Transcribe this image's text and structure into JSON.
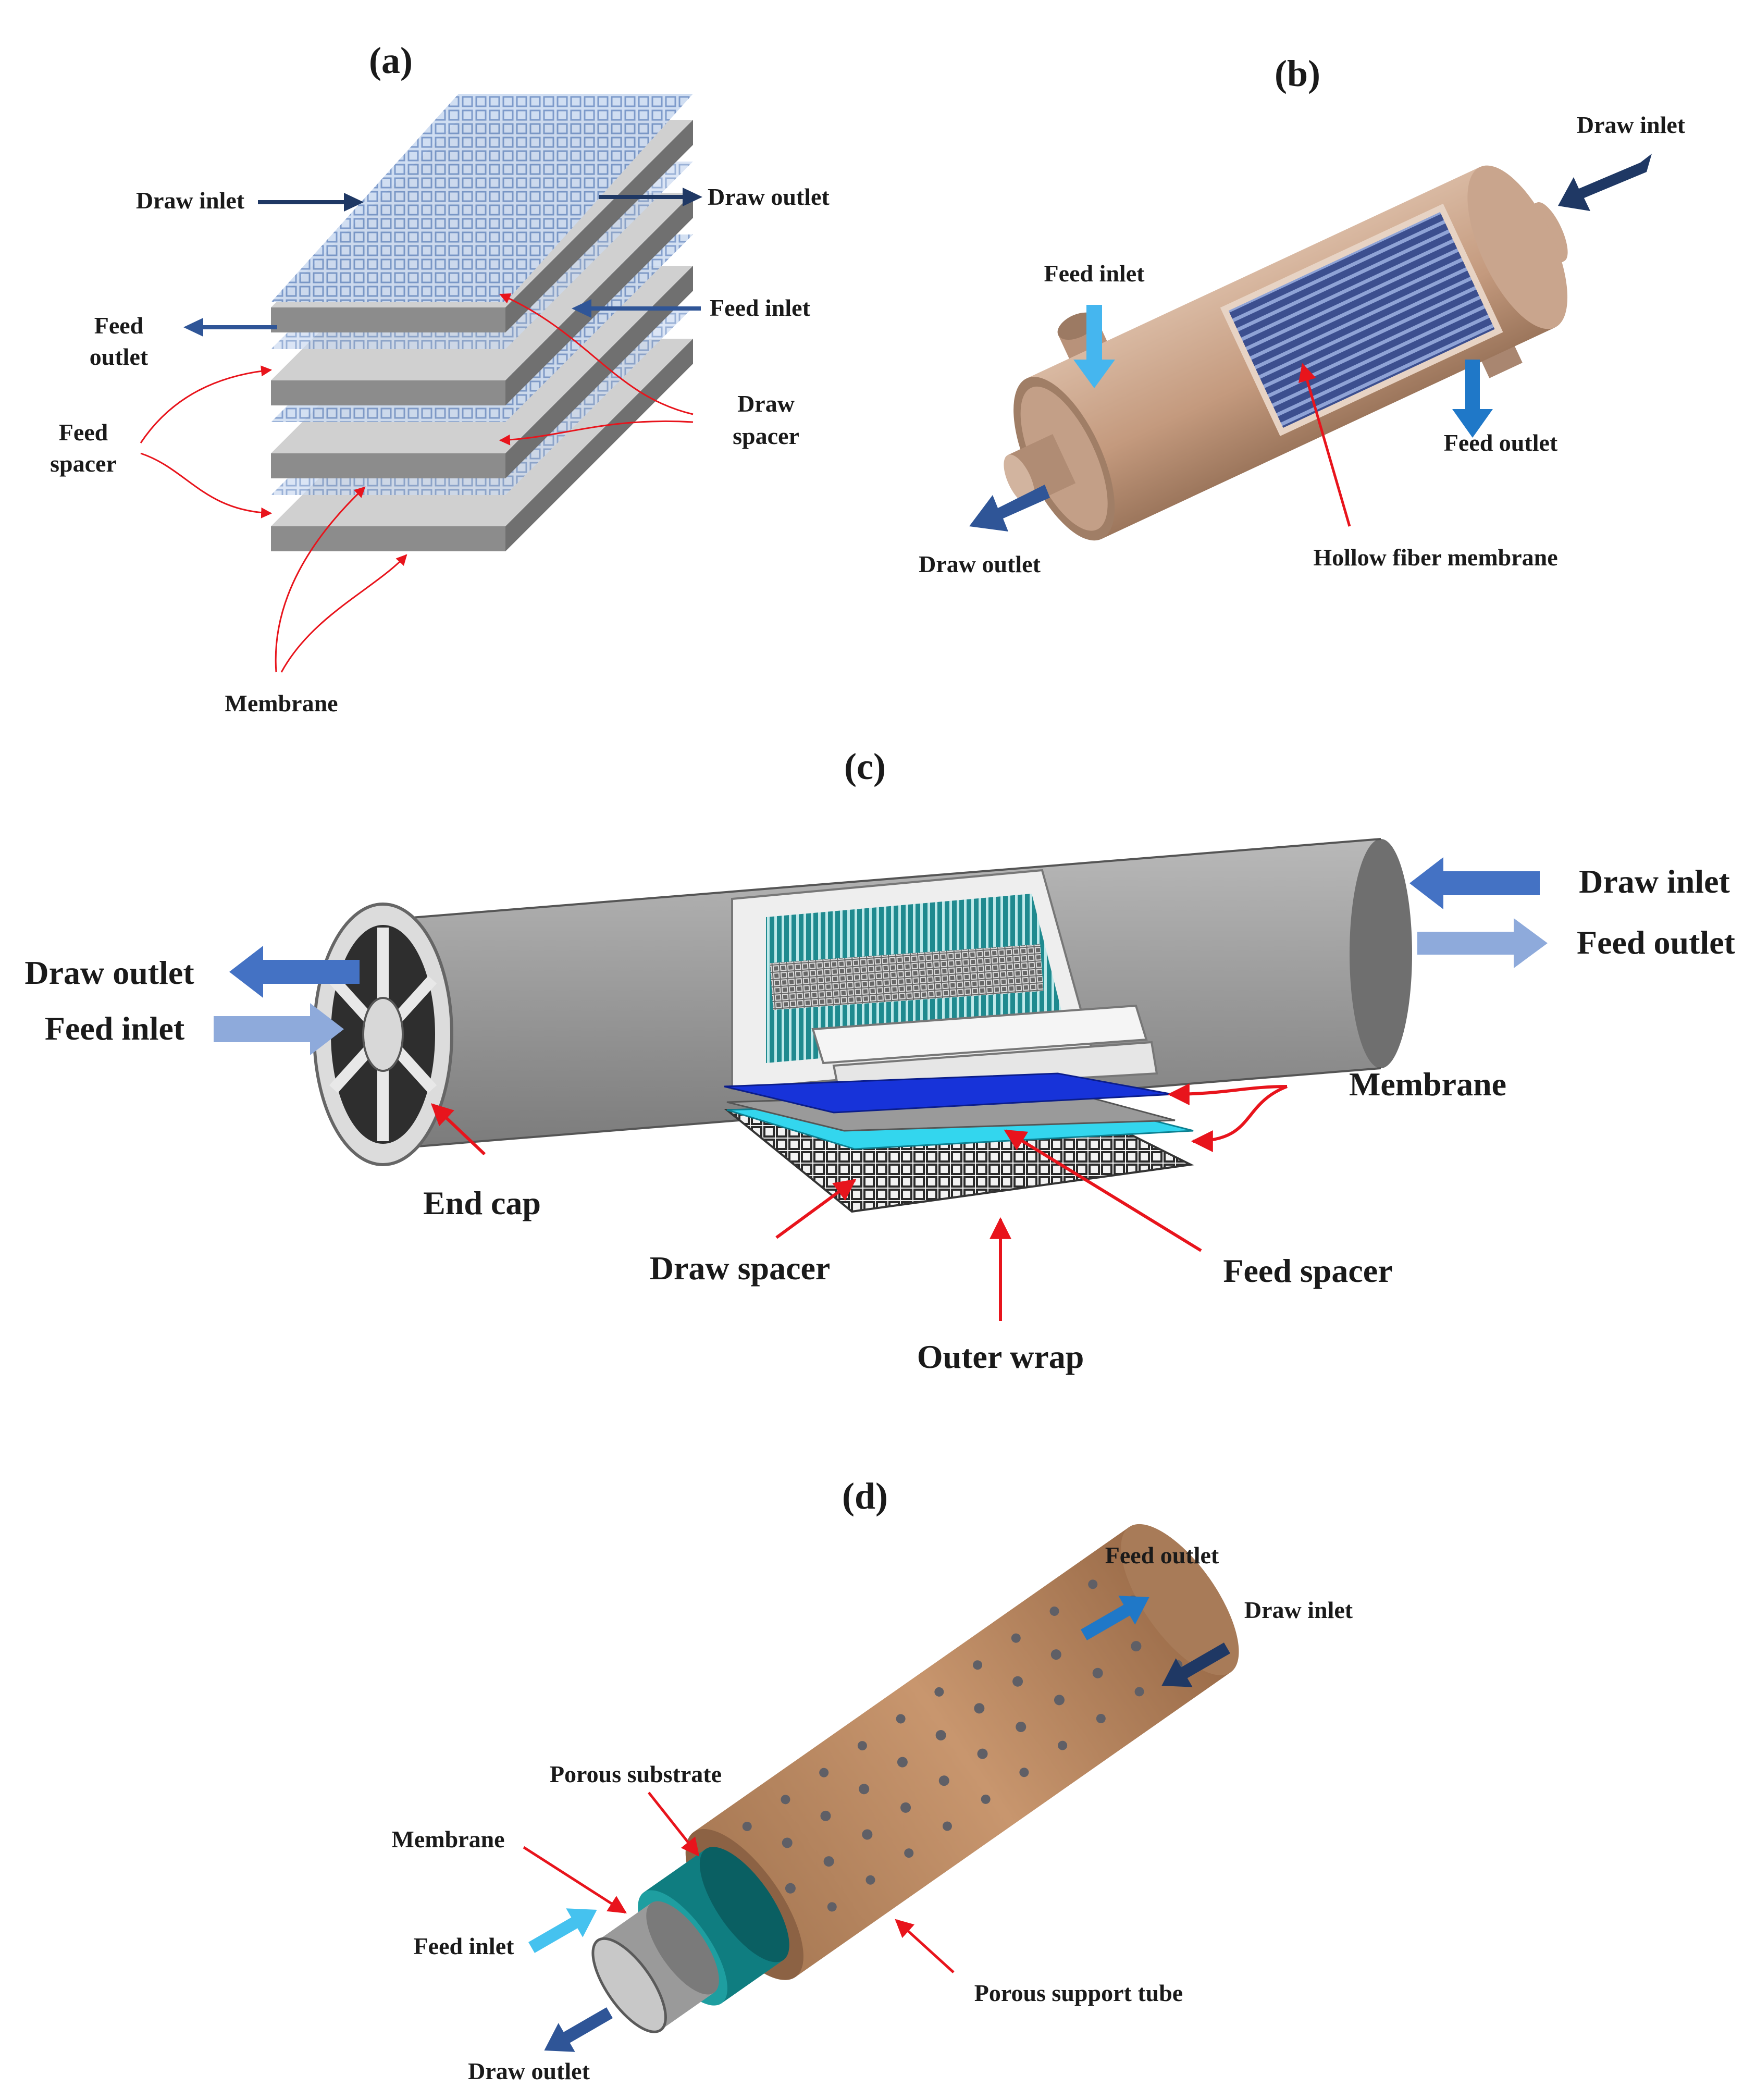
{
  "colors": {
    "dark_arrow": "#1f3864",
    "mid_arrow": "#4472c4",
    "light_arrow": "#8eaadb",
    "cyan_arrow": "#29abe2",
    "pointer_red": "#e8141c",
    "tan_body": "#c49a7e",
    "plate_grey": "#b4b4b4",
    "spacer_blue": "#b8cde8",
    "membrane_blue": "#1733d9",
    "feed_spacer_cyan": "#33d6ee",
    "substrate_teal": "#0f7d80"
  },
  "panel_a": {
    "panel_label": "(a)",
    "labels": {
      "draw_inlet": "Draw inlet",
      "draw_outlet": "Draw outlet",
      "feed_inlet": "Feed inlet",
      "feed_outlet_1": "Feed",
      "feed_outlet_2": "outlet",
      "feed_spacer_1": "Feed",
      "feed_spacer_2": "spacer",
      "draw_spacer_1": "Draw",
      "draw_spacer_2": "spacer",
      "membrane": "Membrane"
    }
  },
  "panel_b": {
    "panel_label": "(b)",
    "labels": {
      "draw_inlet": "Draw inlet",
      "feed_inlet": "Feed inlet",
      "feed_outlet": "Feed outlet",
      "draw_outlet": "Draw outlet",
      "hollow_fiber": "Hollow fiber membrane"
    }
  },
  "panel_c": {
    "panel_label": "(c)",
    "labels": {
      "draw_inlet": "Draw inlet",
      "feed_outlet": "Feed outlet",
      "draw_outlet": "Draw outlet",
      "feed_inlet": "Feed inlet",
      "membrane": "Membrane",
      "end_cap": "End cap",
      "draw_spacer": "Draw spacer",
      "feed_spacer": "Feed spacer",
      "outer_wrap": "Outer wrap"
    }
  },
  "panel_d": {
    "panel_label": "(d)",
    "labels": {
      "feed_outlet": "Feed outlet",
      "draw_inlet": "Draw inlet",
      "porous_substrate": "Porous substrate",
      "membrane": "Membrane",
      "feed_inlet": "Feed inlet",
      "porous_support_tube": "Porous support tube",
      "draw_outlet": "Draw outlet"
    }
  }
}
